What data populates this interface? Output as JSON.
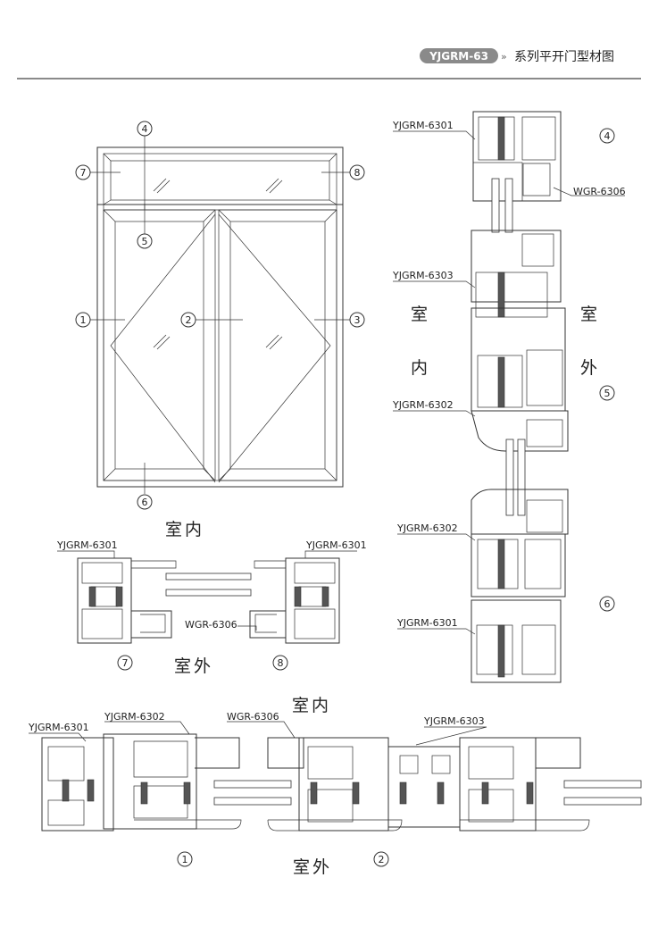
{
  "header": {
    "badge": "YJGRM-63",
    "title": "系列平开门型材图"
  },
  "labels": {
    "indoor": "室内",
    "outdoor": "室外",
    "indoor_v1": "室",
    "indoor_v2": "内",
    "outdoor_v1": "室",
    "outdoor_v2": "外"
  },
  "profiles": {
    "p6301": "YJGRM-6301",
    "p6302": "YJGRM-6302",
    "p6303": "YJGRM-6303",
    "w6306": "WGR-6306"
  },
  "markers": {
    "m1": "1",
    "m2": "2",
    "m3": "3",
    "m4": "4",
    "m5": "5",
    "m6": "6",
    "m7": "7",
    "m8": "8"
  },
  "colors": {
    "badge_bg": "#8a8a8a",
    "rule": "#444444"
  }
}
